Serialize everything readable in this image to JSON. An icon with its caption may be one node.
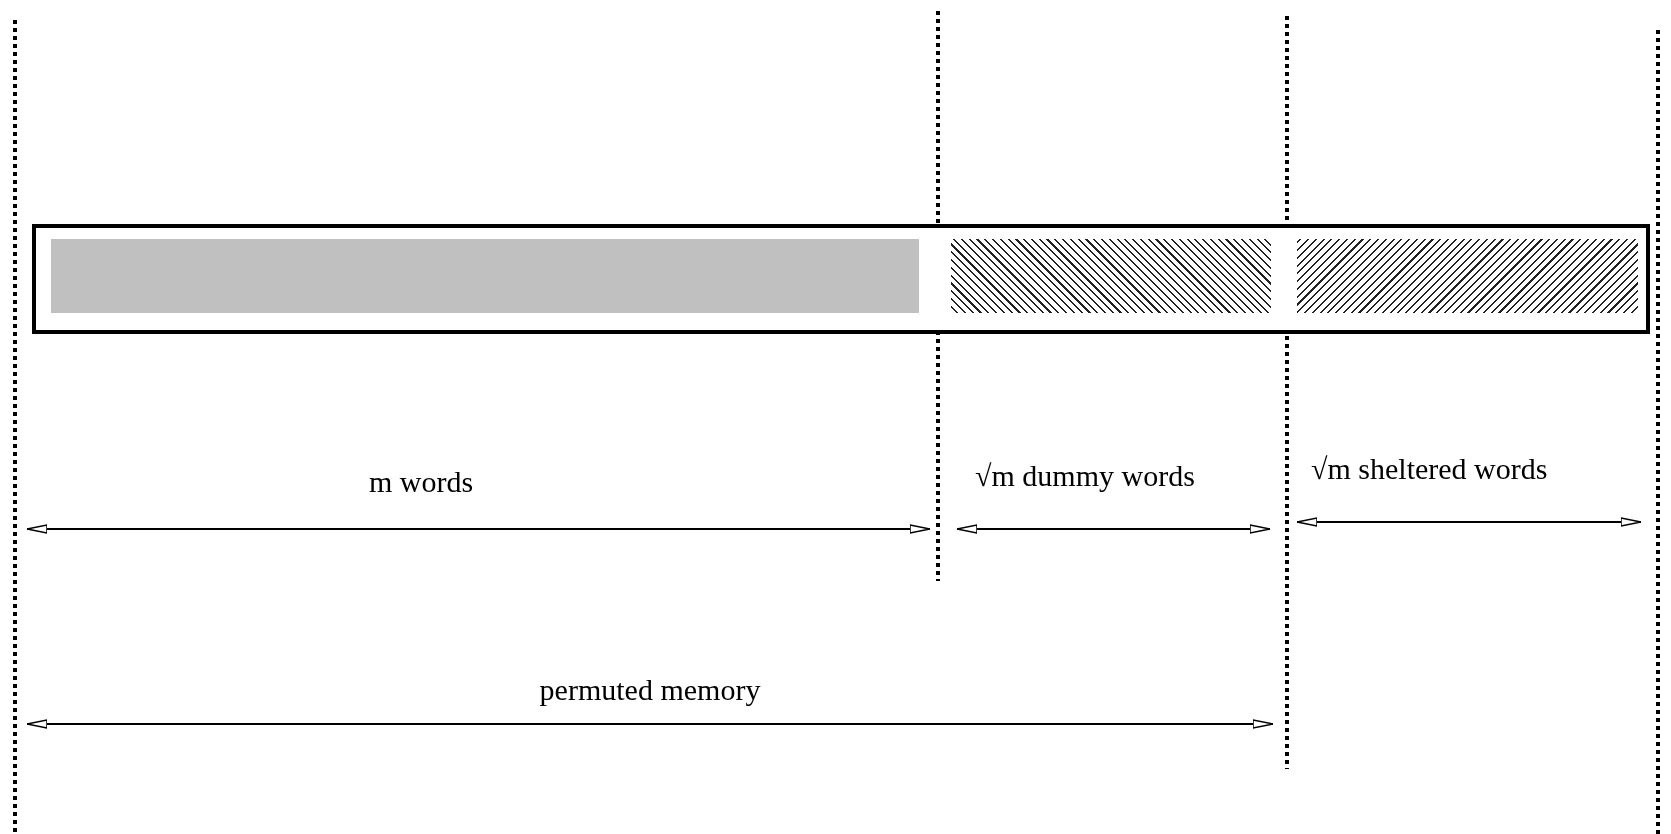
{
  "diagram": {
    "nodes": [
      {
        "text": [],
        "shape": "bar"
      },
      {
        "text": [],
        "shape": "bar",
        "in": 0
      },
      {
        "text": [],
        "shape": "bar",
        "in": 0
      },
      {
        "text": [],
        "shape": "bar",
        "in": 0
      }
    ],
    "edges": [],
    "labels": [
      "m words",
      "√m dummy words",
      "√m sheltered words",
      "permuted memory"
    ]
  }
}
